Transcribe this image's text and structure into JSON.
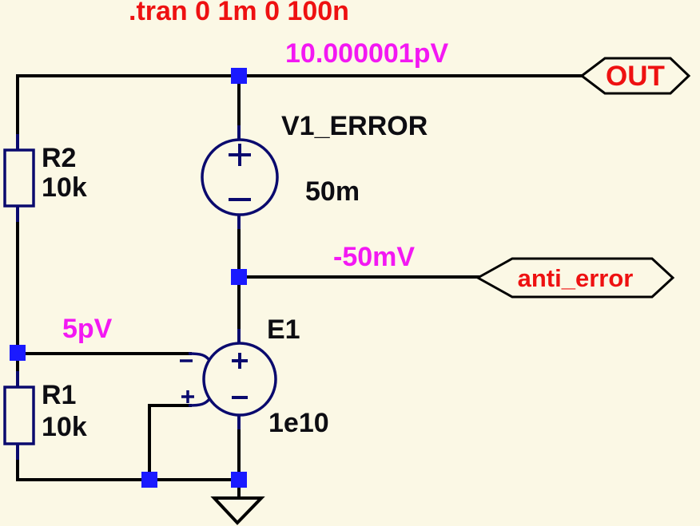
{
  "schematic": {
    "directive": ".tran 0 1m 0 100n",
    "annotations": {
      "out_voltage": "10.000001pV",
      "anti_error_voltage": "-50mV",
      "feedback_voltage": "5pV"
    },
    "components": [
      {
        "type": "voltage-source",
        "ref": "V1_ERROR",
        "value": "50m"
      },
      {
        "type": "vcvs",
        "ref": "E1",
        "value": "1e10"
      },
      {
        "type": "resistor",
        "ref": "R2",
        "value": "10k"
      },
      {
        "type": "resistor",
        "ref": "R1",
        "value": "10k"
      }
    ],
    "flags": {
      "out": "OUT",
      "anti_error": "anti_error"
    },
    "colors": {
      "background": "#fbf8e5",
      "wire": "#000000",
      "symbol_outline": "#0a0a6e",
      "junction": "#1a1aff",
      "net_label_text": "#ee1111",
      "directive_text": "#ee1111",
      "voltage_annotation_text": "#f318f3"
    }
  }
}
